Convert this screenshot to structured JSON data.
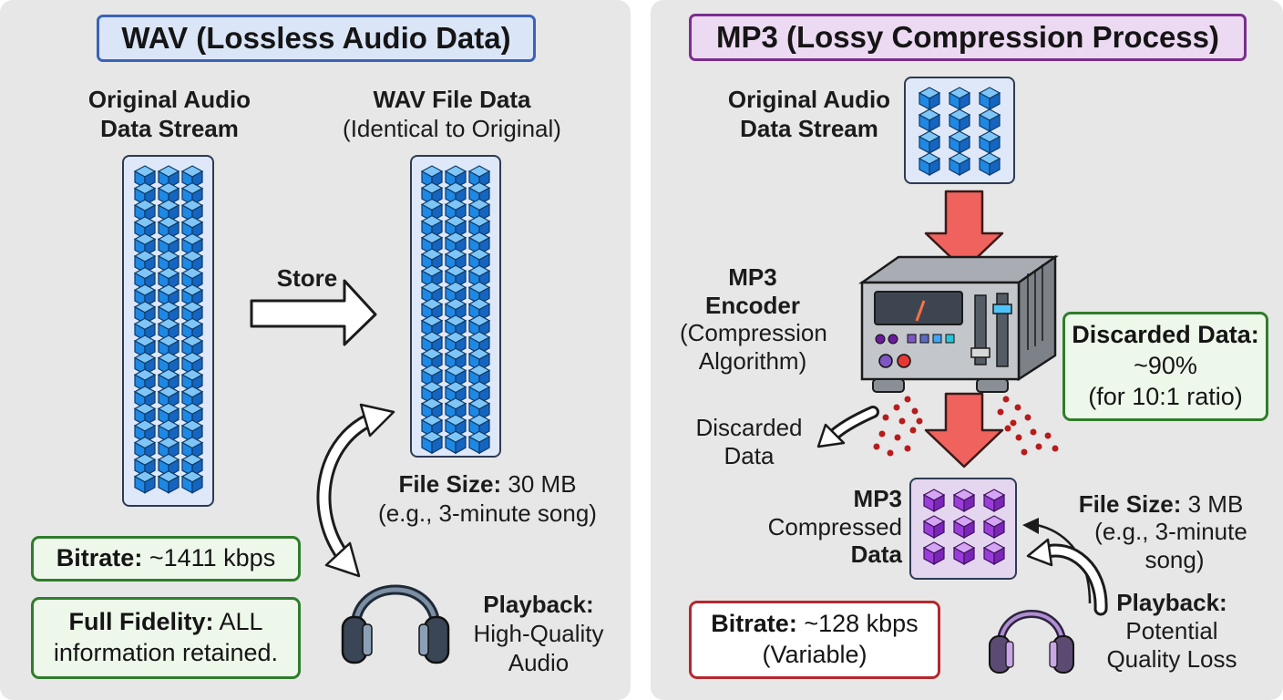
{
  "wav_panel": {
    "title": "WAV (Lossless Audio Data)",
    "source_label_line1": "Original Audio",
    "source_label_line2": "Data Stream",
    "dest_label_line1": "WAV File Data",
    "dest_label_line2": "(Identical to Original)",
    "store_label": "Store",
    "file_size_label": "File Size:",
    "file_size_value": "30 MB",
    "file_size_example": "(e.g., 3-minute song)",
    "bitrate_label": "Bitrate:",
    "bitrate_value": "~1411 kbps",
    "fidelity_label": "Full Fidelity:",
    "fidelity_value_line1": "ALL",
    "fidelity_value_line2": "information retained.",
    "playback_label": "Playback:",
    "playback_line1": "High-Quality",
    "playback_line2": "Audio"
  },
  "mp3_panel": {
    "title": "MP3 (Lossy Compression Process)",
    "source_label_line1": "Original Audio",
    "source_label_line2": "Data Stream",
    "encoder_label_line1": "MP3",
    "encoder_label_line2": "Encoder",
    "encoder_sub_line1": "(Compression",
    "encoder_sub_line2": "Algorithm)",
    "discarded_box_label": "Discarded Data:",
    "discarded_box_value": "~90%",
    "discarded_box_ratio": "(for 10:1 ratio)",
    "discarded_label_line1": "Discarded",
    "discarded_label_line2": "Data",
    "compressed_line1": "MP3",
    "compressed_line2": "Compressed",
    "compressed_line3": "Data",
    "file_size_label": "File Size:",
    "file_size_value": "3 MB",
    "file_size_example_line1": "(e.g., 3-minute",
    "file_size_example_line2": "song)",
    "bitrate_label": "Bitrate:",
    "bitrate_value": "~128 kbps",
    "bitrate_note": "(Variable)",
    "playback_label": "Playback:",
    "playback_line1": "Potential",
    "playback_line2": "Quality Loss"
  },
  "colors": {
    "panel_bg": "#e7e7e7",
    "wav_title_border": "#3a63b8",
    "wav_title_fill": "#dbe5f8",
    "mp3_title_border": "#7a2e8f",
    "mp3_title_fill": "#ecd9f2",
    "cube_blue": "#1e88e5",
    "cube_purple": "#9b3ddb",
    "arrow_red": "#f0625d",
    "box_green_border": "#2f7d2b",
    "box_red_border": "#b4282c"
  },
  "icons": [
    "arrow-right-icon",
    "arrow-down-icon",
    "curved-arrow-icon",
    "headphones-icon",
    "encoder-device-icon",
    "cube-stack-icon"
  ]
}
